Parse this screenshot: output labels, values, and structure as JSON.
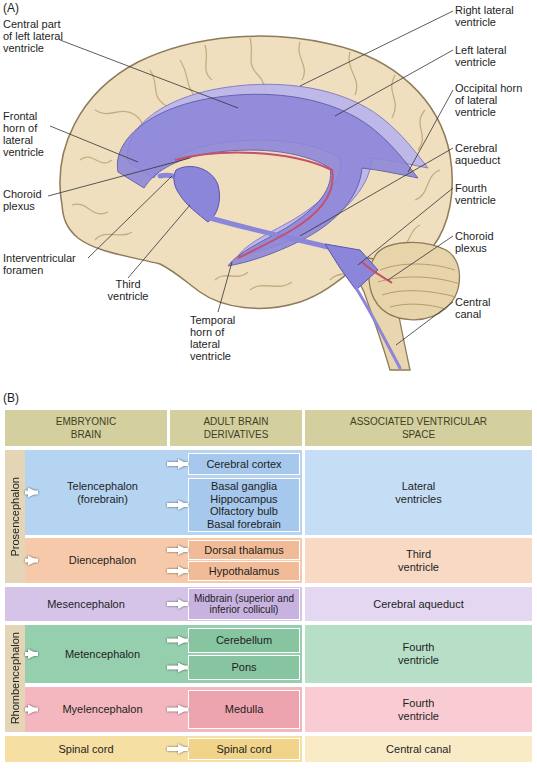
{
  "diagram": {
    "nodes": [
      {
        "text": [
          "EMBRYONIC BRAIN"
        ]
      },
      {
        "text": [
          "ADULT BRAIN DERIVATIVES"
        ]
      },
      {
        "text": [
          "ASSOCIATED VENTRICULAR SPACE"
        ]
      },
      {
        "text": [
          "Prosencephalon"
        ]
      },
      {
        "text": [
          "Telencephalon (forebrain)"
        ]
      },
      {
        "text": [
          "Cerebral cortex"
        ]
      },
      {
        "text": [
          "Basal ganglia",
          "Hippocampus",
          "Olfactory bulb",
          "Basal forebrain"
        ]
      },
      {
        "text": [
          "Lateral ventricles"
        ]
      },
      {
        "text": [
          "Diencephalon"
        ]
      },
      {
        "text": [
          "Dorsal thalamus"
        ]
      },
      {
        "text": [
          "Hypothalamus"
        ]
      },
      {
        "text": [
          "Third ventricle"
        ]
      },
      {
        "text": [
          "Mesencephalon"
        ]
      },
      {
        "text": [
          "Midbrain (superior and inferior colliculi)"
        ]
      },
      {
        "text": [
          "Cerebral aqueduct"
        ]
      },
      {
        "text": [
          "Rhombencephalon"
        ]
      },
      {
        "text": [
          "Metencephalon"
        ]
      },
      {
        "text": [
          "Cerebellum"
        ]
      },
      {
        "text": [
          "Pons"
        ]
      },
      {
        "text": [
          "Fourth ventricle"
        ]
      },
      {
        "text": [
          "Myelencephalon"
        ]
      },
      {
        "text": [
          "Medulla"
        ]
      },
      {
        "text": [
          "Fourth ventricle"
        ]
      },
      {
        "text": [
          "Spinal cord"
        ]
      },
      {
        "text": [
          "Spinal cord"
        ]
      },
      {
        "text": [
          "Central canal"
        ]
      }
    ],
    "edges": [
      {
        "from": 3,
        "to": 4,
        "arrow": "to"
      },
      {
        "from": 3,
        "to": 8,
        "arrow": "to"
      },
      {
        "from": 4,
        "to": 5,
        "arrow": "to"
      },
      {
        "from": 4,
        "to": 6,
        "arrow": "to"
      },
      {
        "from": 8,
        "to": 9,
        "arrow": "to"
      },
      {
        "from": 8,
        "to": 10,
        "arrow": "to"
      },
      {
        "from": 12,
        "to": 13,
        "arrow": "to"
      },
      {
        "from": 15,
        "to": 16,
        "arrow": "to"
      },
      {
        "from": 15,
        "to": 20,
        "arrow": "to"
      },
      {
        "from": 16,
        "to": 17,
        "arrow": "to"
      },
      {
        "from": 16,
        "to": 18,
        "arrow": "to"
      },
      {
        "from": 20,
        "to": 21,
        "arrow": "to"
      },
      {
        "from": 23,
        "to": 24,
        "arrow": "to"
      }
    ],
    "labels": [
      "(A)",
      "Central part of left lateral ventricle",
      "Frontal horn of lateral ventricle",
      "Choroid plexus",
      "Interventricular foramen",
      "Third ventricle",
      "Temporal horn of lateral ventricle",
      "Right lateral ventricle",
      "Left lateral ventricle",
      "Occipital horn of lateral ventricle",
      "Cerebral aqueduct",
      "Fourth ventricle",
      "Choroid plexus",
      "Central canal",
      "(B)"
    ]
  }
}
